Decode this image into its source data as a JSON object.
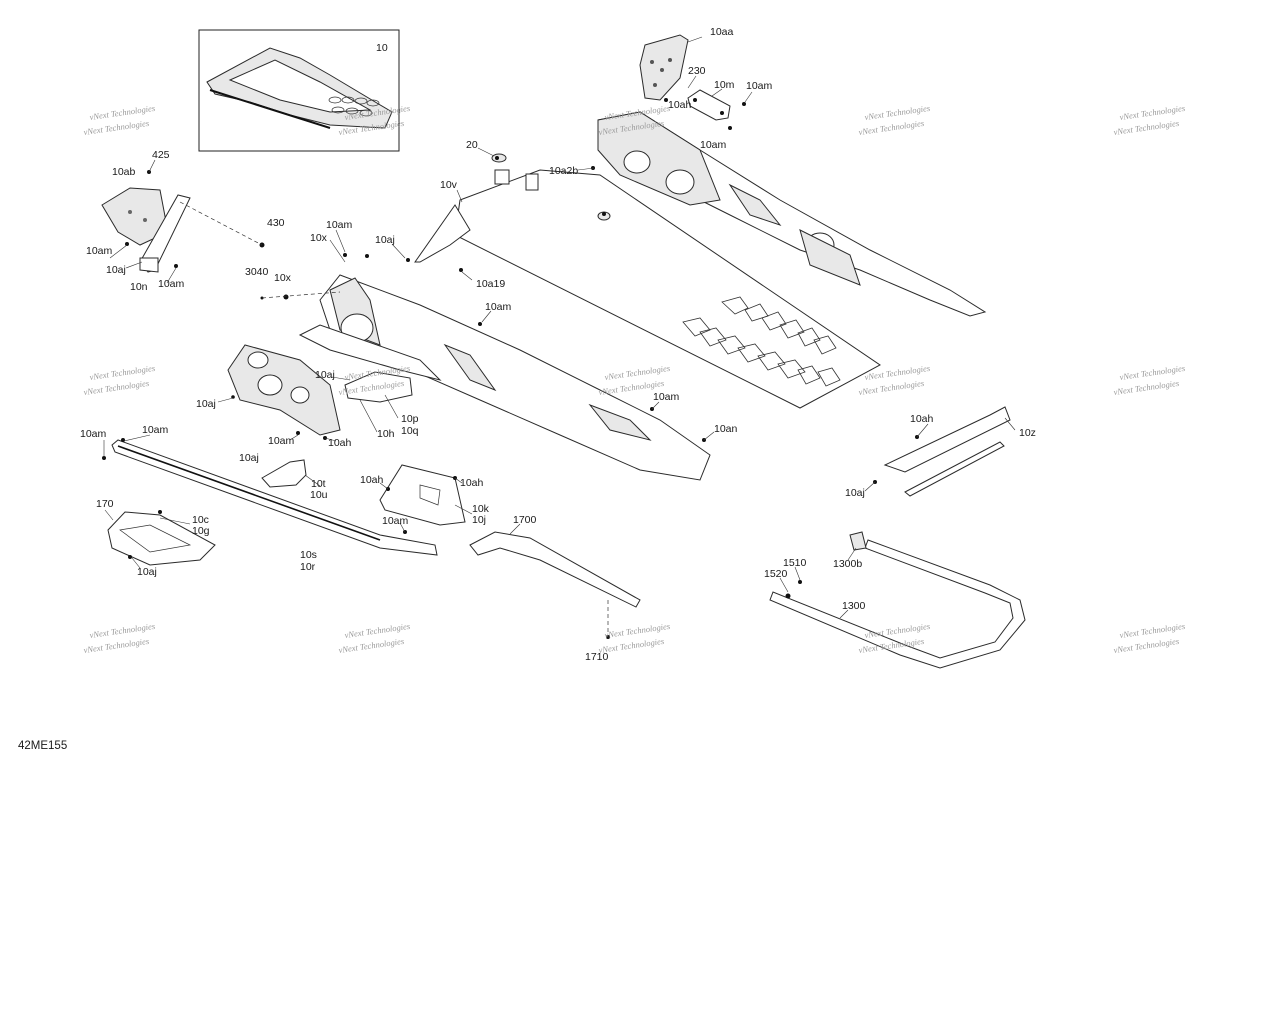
{
  "inset_label": "10",
  "drawing_number": "42ME155",
  "watermark": "vNext Technologies",
  "labels": {
    "l_10aa": "10aa",
    "l_230": "230",
    "l_10m": "10m",
    "l_10am_top": "10am",
    "l_10ah_top": "10ah",
    "l_10am_top2": "10am",
    "l_20": "20",
    "l_10a2b": "10a2b",
    "l_10v": "10v",
    "l_425": "425",
    "l_10ab": "10ab",
    "l_430": "430",
    "l_10am_left": "10am",
    "l_10aj_left": "10aj",
    "l_10n": "10n",
    "l_10am_left2": "10am",
    "l_10am_mid": "10am",
    "l_10x_1": "10x",
    "l_10aj_mid": "10aj",
    "l_10a19": "10a19",
    "l_3040": "3040",
    "l_10x_2": "10x",
    "l_10am_mid2": "10am",
    "l_10aj_c": "10aj",
    "l_10aj_l": "10aj",
    "l_10p": "10p",
    "l_10q": "10q",
    "l_10h": "10h",
    "l_10am_c": "10am",
    "l_10ah_c": "10ah",
    "l_10am_r1": "10am",
    "l_10an": "10an",
    "l_10am_far": "10am",
    "l_10am_rail": "10am",
    "l_10aj_t": "10aj",
    "l_10t": "10t",
    "l_10u": "10u",
    "l_10ah_k": "10ah",
    "l_10ah_k2": "10ah",
    "l_10k": "10k",
    "l_10j": "10j",
    "l_10am_k": "10am",
    "l_170": "170",
    "l_10c": "10c",
    "l_10g": "10g",
    "l_10aj_b": "10aj",
    "l_10s": "10s",
    "l_10r": "10r",
    "l_1700": "1700",
    "l_1710": "1710",
    "l_10ah_z": "10ah",
    "l_10z": "10z",
    "l_10aj_z": "10aj",
    "l_1300b": "1300b",
    "l_1510": "1510",
    "l_1520": "1520",
    "l_1300": "1300"
  }
}
